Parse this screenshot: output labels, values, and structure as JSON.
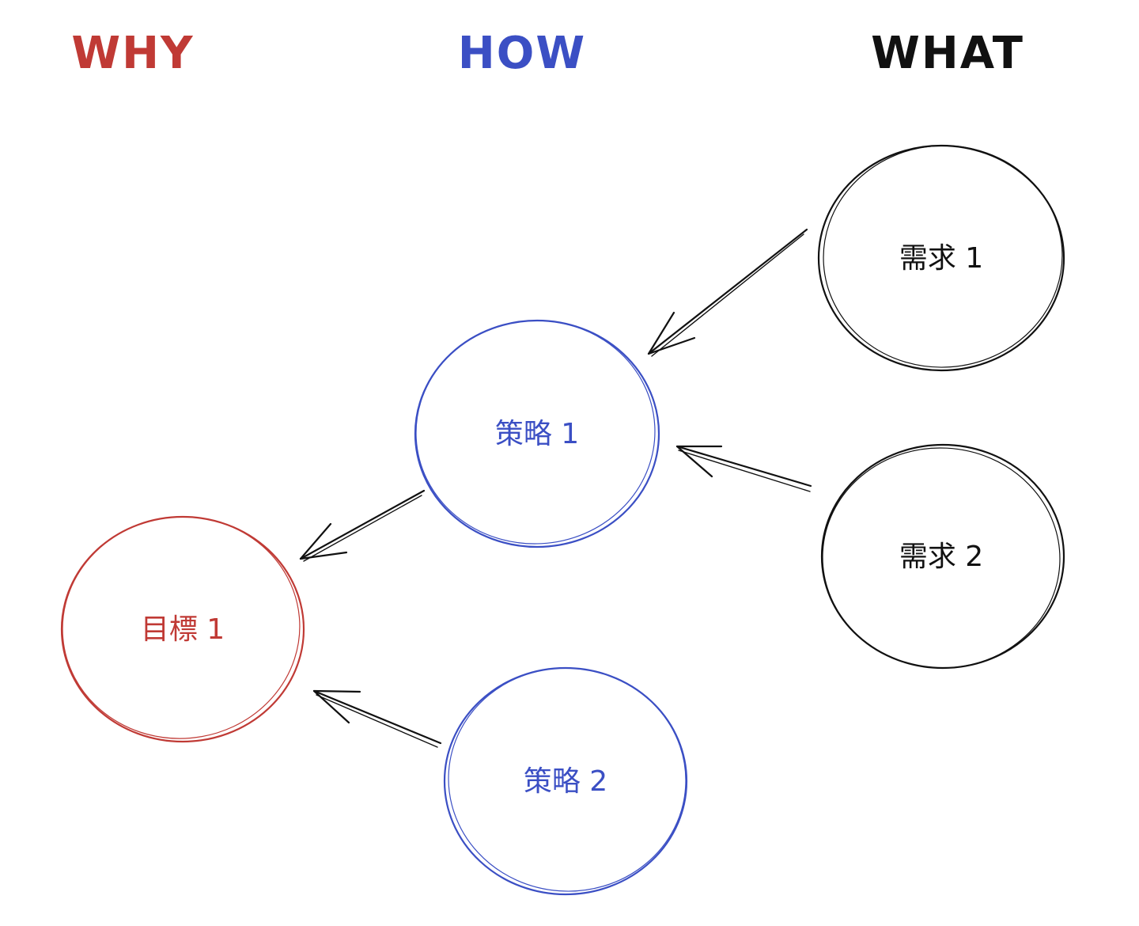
{
  "colors": {
    "why": "#c03a35",
    "how": "#3b4fc4",
    "what": "#111111"
  },
  "columns": {
    "why": {
      "title": "WHY"
    },
    "how": {
      "title": "HOW"
    },
    "what": {
      "title": "WHAT"
    }
  },
  "nodes": {
    "goal_1": {
      "label": "目標 1",
      "tier": "why"
    },
    "strategy_1": {
      "label": "策略 1",
      "tier": "how"
    },
    "strategy_2": {
      "label": "策略 2",
      "tier": "how"
    },
    "need_1": {
      "label": "需求 1",
      "tier": "what"
    },
    "need_2": {
      "label": "需求 2",
      "tier": "what"
    }
  },
  "edges": [
    {
      "from": "need_1",
      "to": "strategy_1"
    },
    {
      "from": "need_2",
      "to": "strategy_1"
    },
    {
      "from": "strategy_1",
      "to": "goal_1"
    },
    {
      "from": "strategy_2",
      "to": "goal_1"
    }
  ]
}
